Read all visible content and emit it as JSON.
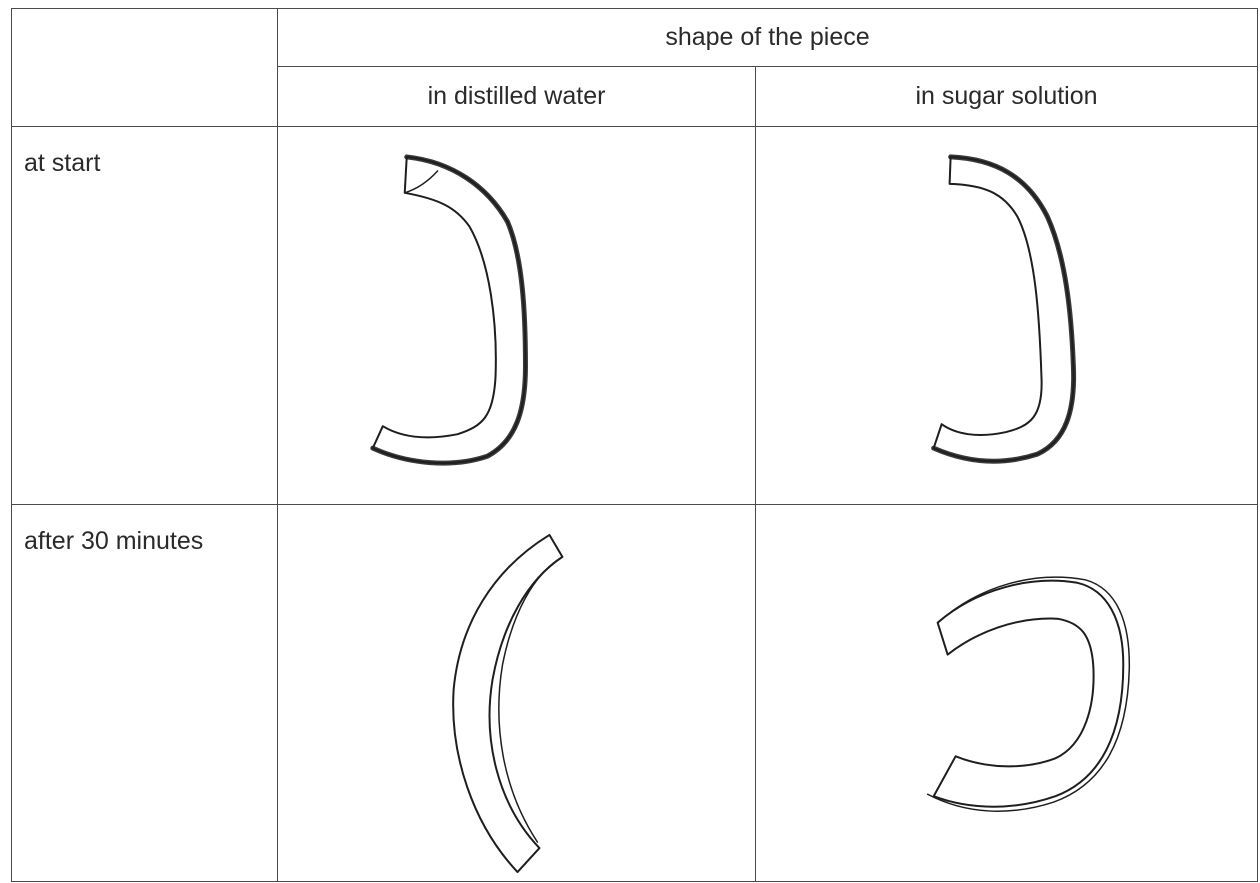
{
  "table": {
    "header": {
      "group_label": "shape of the piece",
      "col_distilled": "in distilled water",
      "col_sugar": "in sugar solution"
    },
    "rows": [
      {
        "label": "at start"
      },
      {
        "label": "after 30 minutes"
      }
    ]
  }
}
